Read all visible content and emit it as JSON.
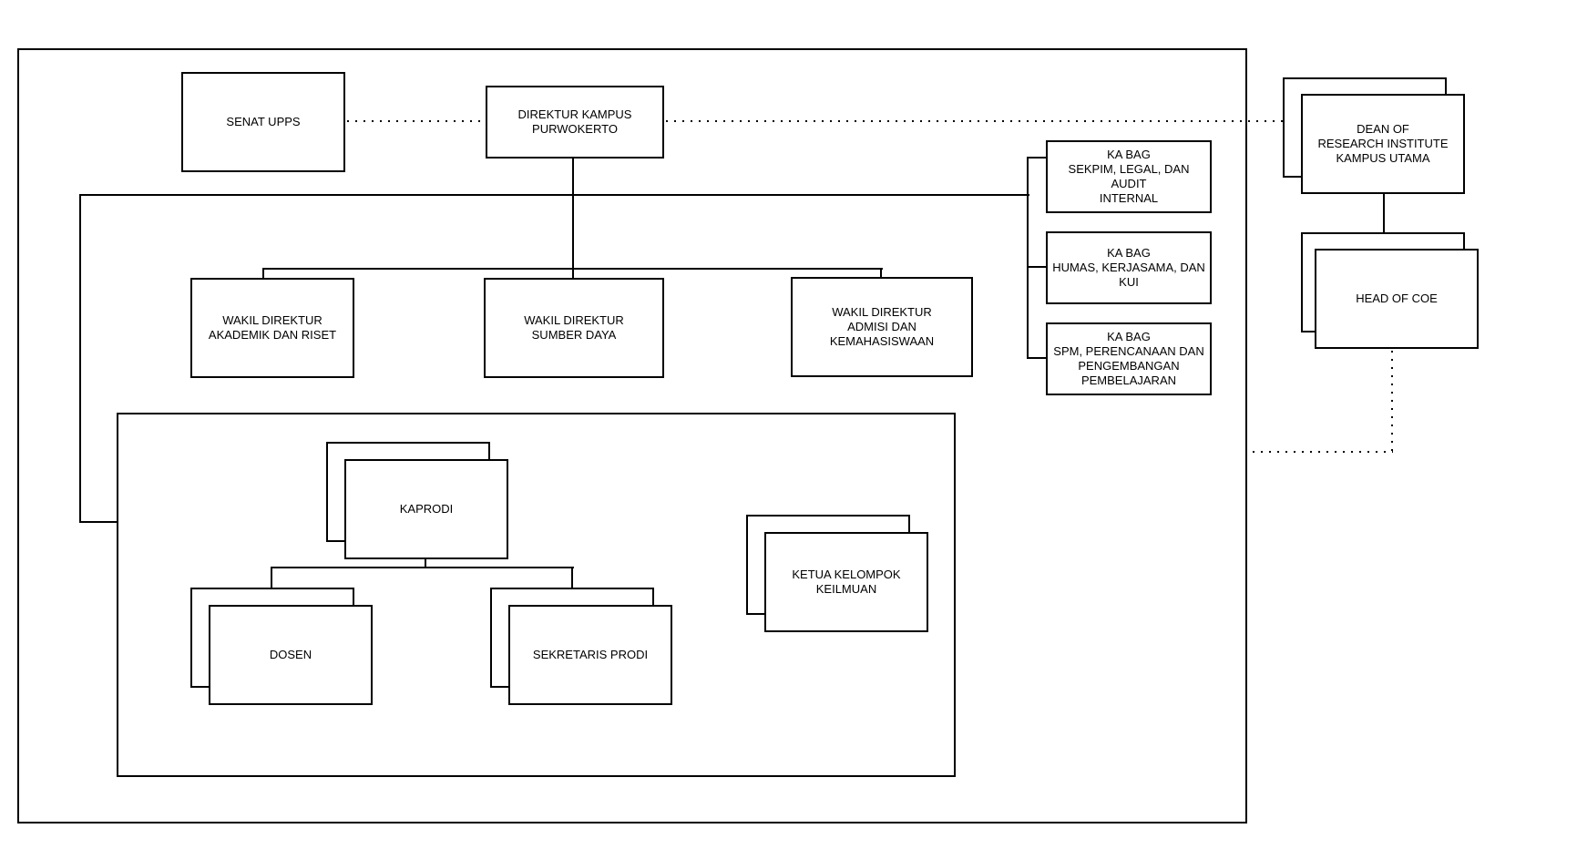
{
  "diagram": {
    "type": "org-chart",
    "colors": {
      "stroke": "#000000",
      "background": "#ffffff",
      "text": "#000000"
    },
    "nodes": {
      "senat": {
        "label": "SENAT UPPS"
      },
      "direktur": {
        "label": "DIREKTUR KAMPUS\nPURWOKERTO"
      },
      "wadir_akademik": {
        "label": "WAKIL DIREKTUR\nAKADEMIK DAN RISET"
      },
      "wadir_sumber": {
        "label": "WAKIL DIREKTUR\nSUMBER DAYA"
      },
      "wadir_admisi": {
        "label": "WAKIL DIREKTUR\nADMISI DAN KEMAHASISWAAN"
      },
      "kabag_sekpim": {
        "label": "KA BAG\nSEKPIM, LEGAL, DAN AUDIT\nINTERNAL"
      },
      "kabag_humas": {
        "label": "KA BAG\nHUMAS, KERJASAMA, DAN\nKUI"
      },
      "kabag_spm": {
        "label": "KA BAG\nSPM, PERENCANAAN DAN\nPENGEMBANGAN\nPEMBELAJARAN"
      },
      "kaprodi": {
        "label": "KAPRODI",
        "stacked": true
      },
      "dosen": {
        "label": "DOSEN",
        "stacked": true
      },
      "sekretaris_prodi": {
        "label": "SEKRETARIS PRODI",
        "stacked": true
      },
      "ketua_kelompok": {
        "label": "KETUA KELOMPOK\nKEILMUAN",
        "stacked": true
      },
      "dean_research": {
        "label": "DEAN OF\nRESEARCH INSTITUTE\nKAMPUS UTAMA",
        "stacked": true
      },
      "head_coe": {
        "label": "HEAD OF COE",
        "stacked": true
      }
    },
    "edges": {
      "solid": [
        "direktur -> wadir_akademik",
        "direktur -> wadir_sumber",
        "direktur -> wadir_admisi",
        "direktur -> kabag_sekpim",
        "direktur -> kabag_humas",
        "direktur -> kabag_spm",
        "direktur -> prodi_group",
        "kaprodi -> dosen",
        "kaprodi -> sekretaris_prodi",
        "dean_research -> head_coe"
      ],
      "dotted": [
        "senat .. direktur",
        "direktur .. dean_research",
        "head_coe .. outer_frame"
      ]
    }
  }
}
